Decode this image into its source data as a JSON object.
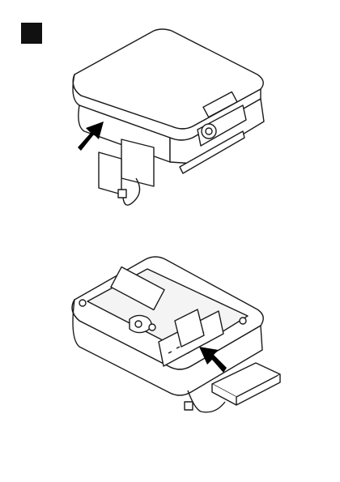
{
  "page": {
    "step_marker": {
      "label": "",
      "color": "#111111"
    },
    "figures": [
      {
        "id": "top",
        "subject": "controller-housing-with-cover",
        "arrow": "pointing-at-rear-bracket"
      },
      {
        "id": "bottom",
        "subject": "controller-housing-open-terminal-bay",
        "arrow": "pointing-at-terminal-block"
      }
    ],
    "colors": {
      "line": "#1a1a1a",
      "fill": "#ffffff",
      "arrow": "#000000",
      "shade": "#d9d9d9"
    }
  }
}
